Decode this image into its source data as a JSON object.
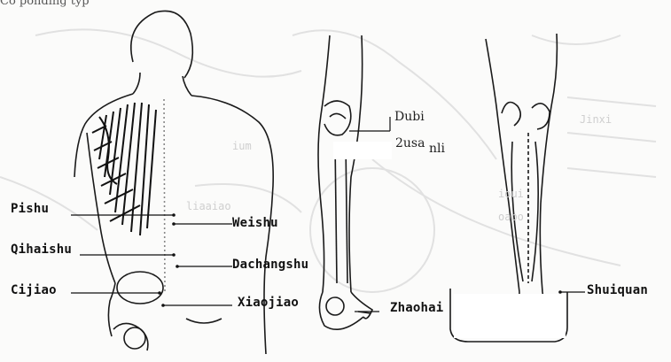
{
  "partial_caption": "Co   ponding   typ",
  "labels": {
    "pishu": "Pishu",
    "weishu": "Weishu",
    "qihaishu": "Qihaishu",
    "dachangshu": "Dachangshu",
    "cijiao": "Cijiao",
    "xiaojiao": "Xiaojiao",
    "zhaohai": "Zhaohai",
    "shuiquan": "Shuiquan",
    "dubi": "Dubi",
    "zusanli_a": "2usa",
    "zusanli_b": "nli"
  },
  "colors": {
    "ink": "#1a1a1a",
    "faint": "#d6d6d6",
    "paper": "#fbfbfa"
  }
}
